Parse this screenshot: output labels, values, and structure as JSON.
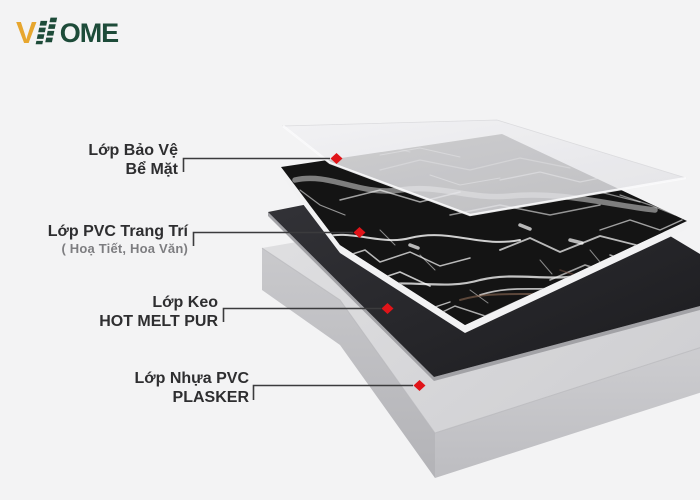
{
  "brand": {
    "v": "V",
    "ome": "OME",
    "name": "VHOME",
    "gold": "#e7a62e",
    "green": "#1d4b39"
  },
  "labels": [
    {
      "id": "protective",
      "line1": "Lớp Bảo Vệ",
      "line2": "Bể Mặt"
    },
    {
      "id": "decor",
      "line1": "Lớp PVC Trang Trí",
      "line2": "( Hoạ Tiết, Hoa Văn)"
    },
    {
      "id": "glue",
      "line1": "Lớp Keo",
      "line2": "HOT MELT PUR"
    },
    {
      "id": "core",
      "line1": "Lớp Nhựa PVC",
      "line2": "PLASKER"
    }
  ],
  "marker_color": "#e01419",
  "leader_color": "#3b3b3d",
  "layers": [
    "surface-protection-sheet",
    "pvc-decor-marble",
    "hot-melt-pur-glue",
    "pvc-plasker-base"
  ]
}
